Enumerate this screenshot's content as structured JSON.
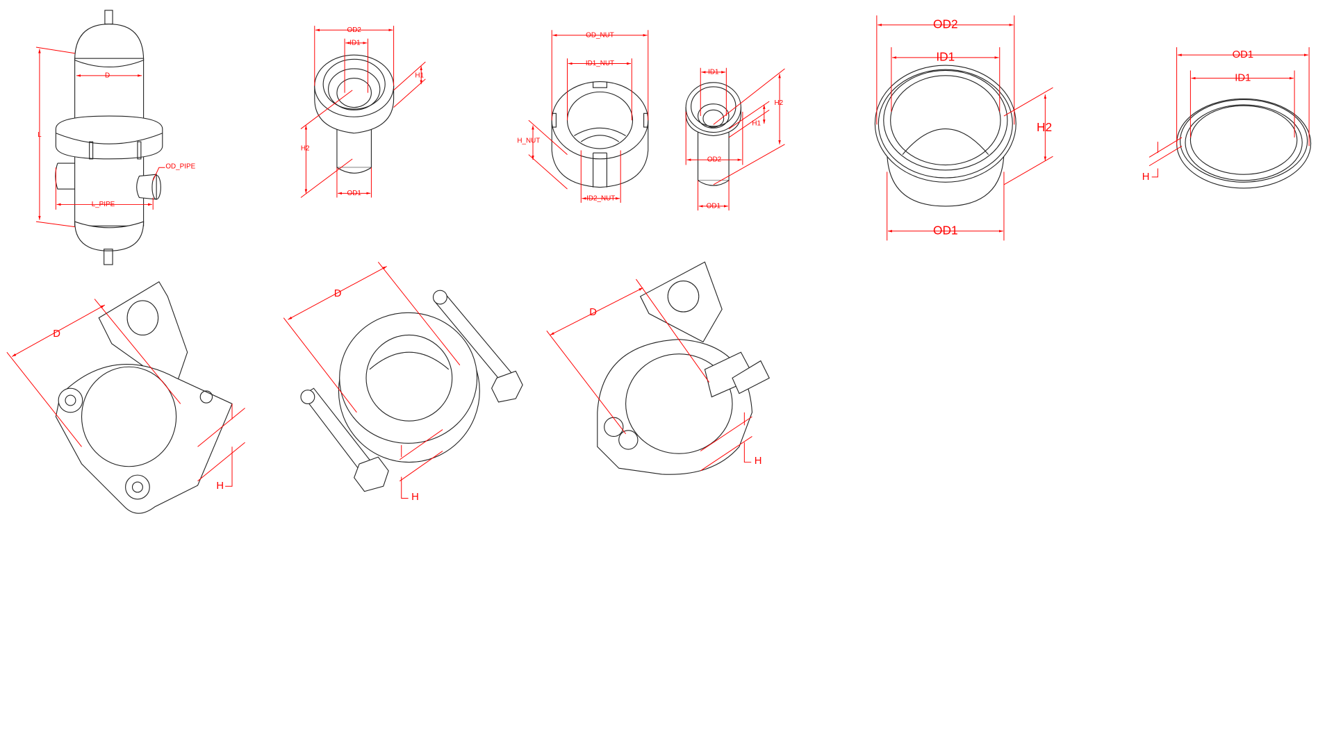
{
  "colors": {
    "dimension": "#ff0000",
    "outline": "#222222",
    "background": "#ffffff"
  },
  "parts": {
    "filter_vessel": {
      "labels": {
        "d": "D",
        "l": "L",
        "l_pipe": "L_PIPE",
        "od_pipe": "OD_PIPE"
      }
    },
    "ferrule_small": {
      "labels": {
        "od2": "OD2",
        "id1": "ID1",
        "h1": "H1",
        "h2": "H2",
        "od1": "OD1"
      }
    },
    "nut": {
      "labels": {
        "od_nut": "OD_NUT",
        "id1_nut": "ID1_NUT",
        "h_nut": "H_NUT",
        "id2_nut": "ID2_NUT"
      }
    },
    "ferrule_mini": {
      "labels": {
        "id1": "ID1",
        "h2": "H2",
        "h1": "H1",
        "od2": "OD2",
        "od1": "OD1"
      }
    },
    "ferrule_large": {
      "labels": {
        "od2": "OD2",
        "id1": "ID1",
        "h2": "H2",
        "od1": "OD1"
      }
    },
    "gasket": {
      "labels": {
        "od1": "OD1",
        "id1": "ID1",
        "h": "H"
      }
    },
    "clamp_1": {
      "labels": {
        "d": "D",
        "h": "H"
      }
    },
    "clamp_2": {
      "labels": {
        "d": "D",
        "h": "H"
      }
    },
    "clamp_3": {
      "labels": {
        "d": "D",
        "h": "H"
      }
    }
  }
}
